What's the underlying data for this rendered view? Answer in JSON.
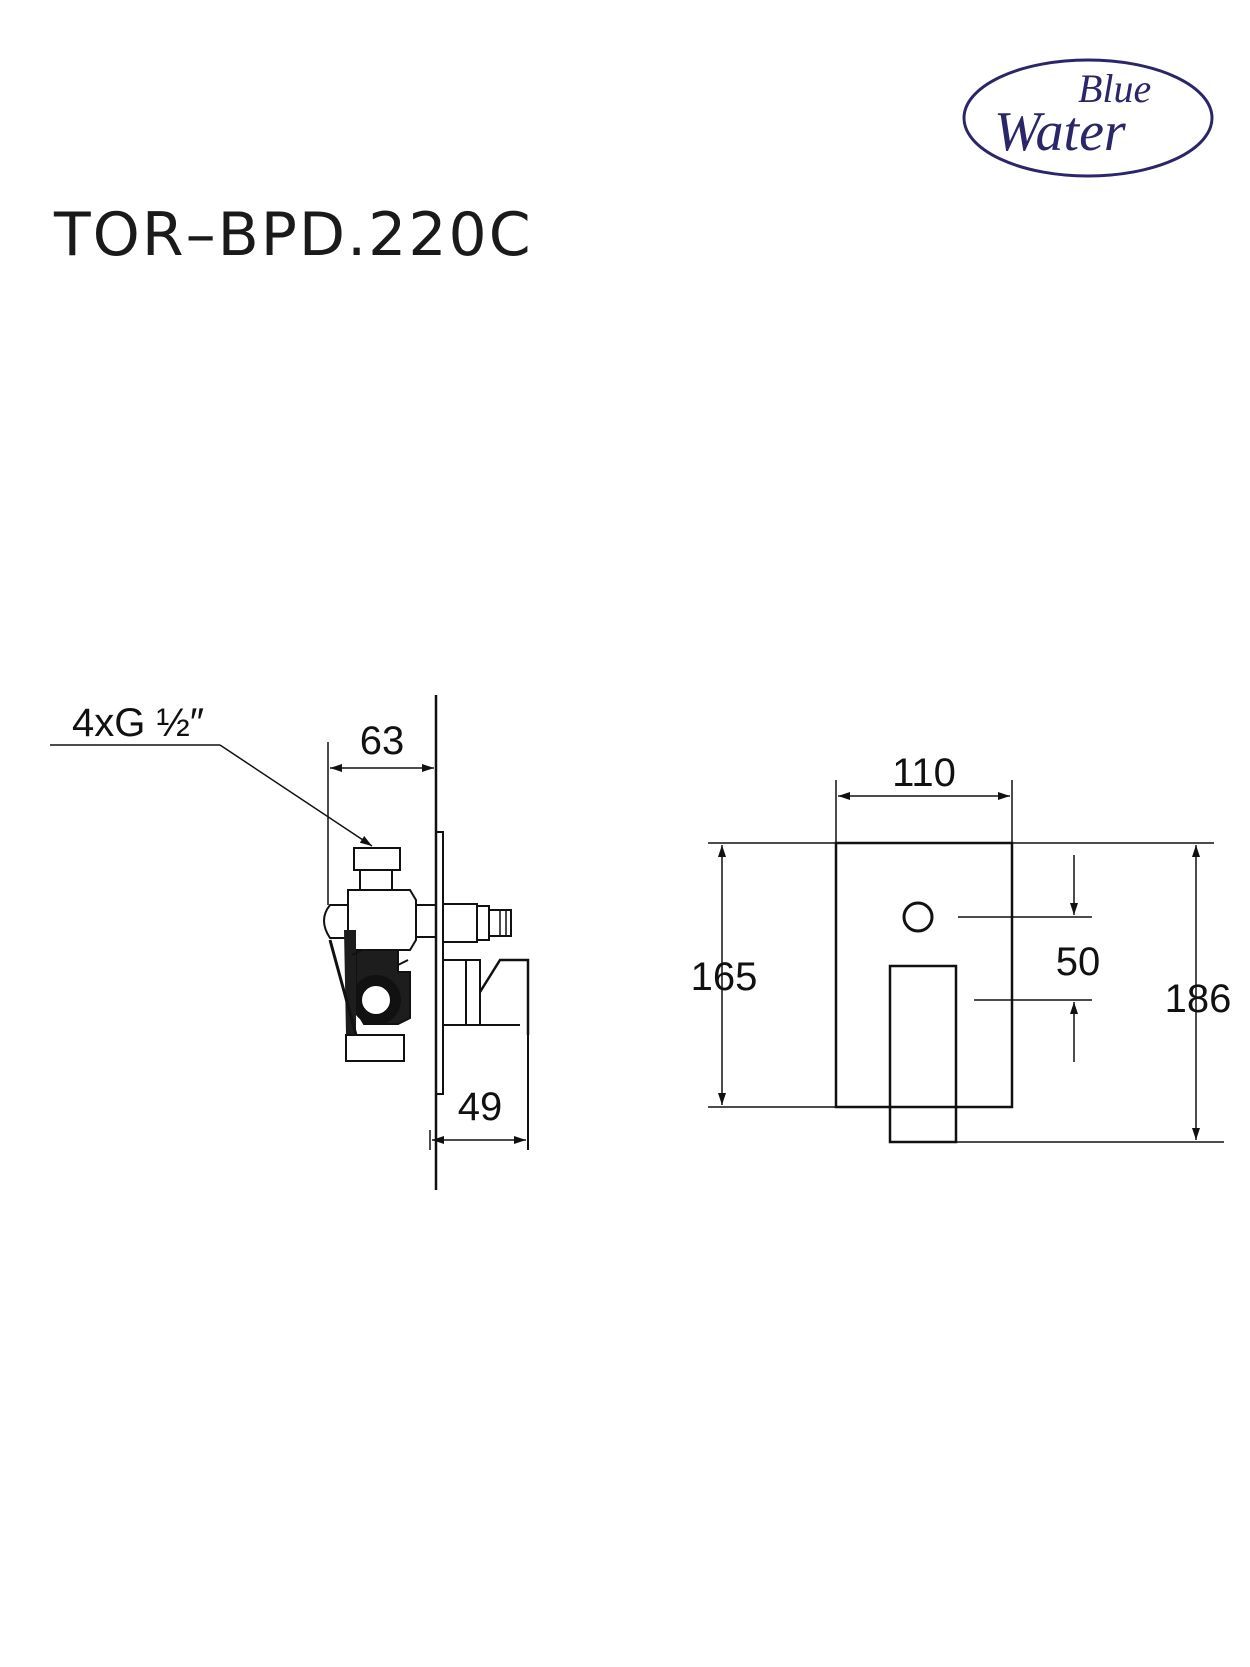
{
  "document": {
    "model_code": "TOR–BPD.220C",
    "brand_logo": {
      "text_top": "Blue",
      "text_bottom": "Water",
      "color": "#2b2668"
    }
  },
  "side_view": {
    "thread_label": "4xG ½″",
    "depth_body": "63",
    "depth_handle": "49"
  },
  "front_view": {
    "plate_width": "110",
    "plate_height": "165",
    "centers_distance": "50",
    "overall_height": "186"
  },
  "colors": {
    "line": "#111111",
    "logo": "#2b2668"
  }
}
